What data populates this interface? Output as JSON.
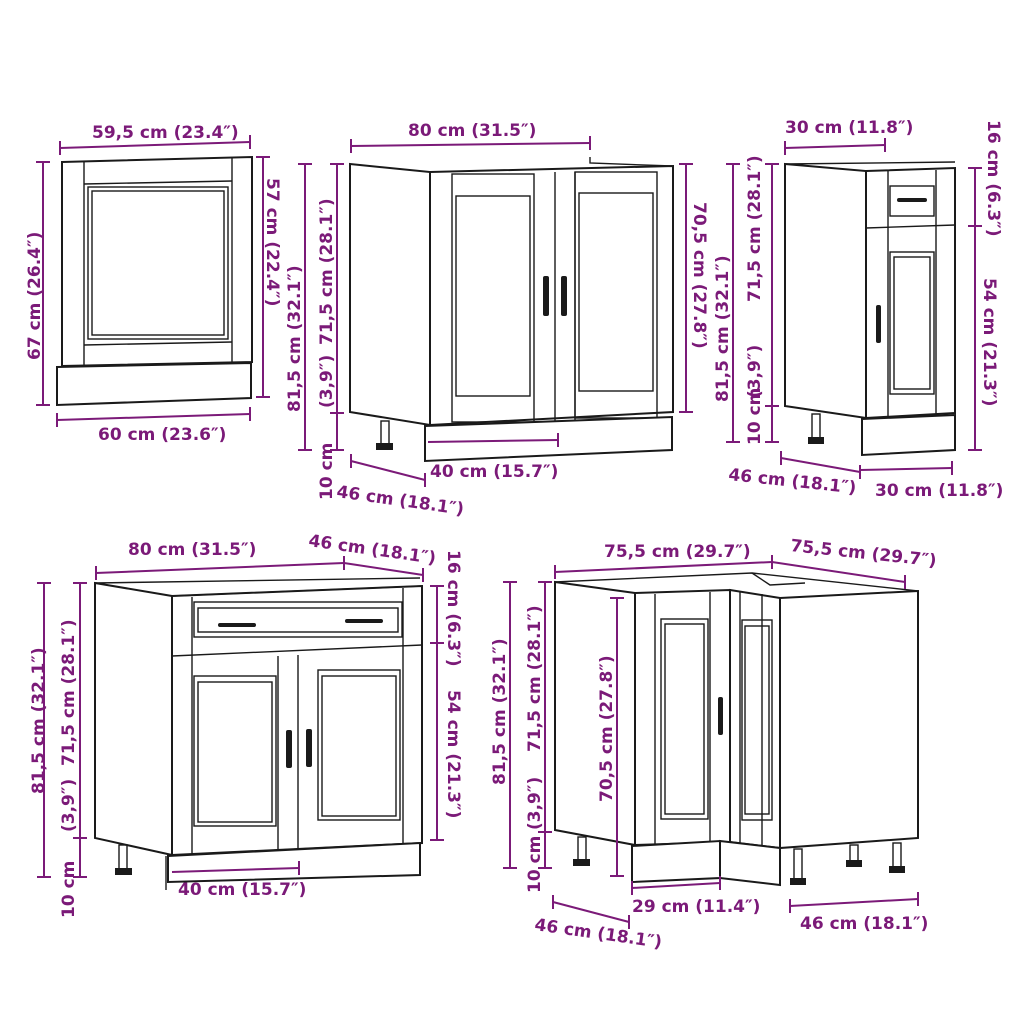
{
  "diagram": {
    "accent_color": "#7b1a78",
    "line_color": "#1a1a1a",
    "panels": [
      {
        "name": "dishwasher-panel",
        "labels": {
          "top_width": "59,5 cm (23.4″)",
          "height": "67 cm (26.4″)",
          "panel_height": "57 cm (22.4″)",
          "bottom_width": "60 cm (23.6″)"
        }
      },
      {
        "name": "sink-base-cabinet",
        "labels": {
          "width": "80 cm (31.5″)",
          "total_height": "81,5 cm (32.1″)",
          "body_height": "71,5 cm (28.1″)",
          "leg_height": "10 cm (3.9″)",
          "door_height": "70,5 cm (27.8″)",
          "door_width": "40 cm (15.7″)",
          "depth": "46 cm (18.1″)"
        }
      },
      {
        "name": "narrow-drawer-cabinet",
        "labels": {
          "top_width": "30 cm (11.8″)",
          "drawer_height": "16 cm (6.3″)",
          "door_height": "54 cm (21.3″)",
          "total_height": "81,5 cm (32.1″)",
          "body_height": "71,5 cm (28.1″)",
          "leg_height": "10 cm (3.9″)",
          "depth": "46 cm (18.1″)",
          "bottom_width": "30 cm (11.8″)"
        }
      },
      {
        "name": "drawer-base-cabinet",
        "labels": {
          "width": "80 cm (31.5″)",
          "depth": "46 cm (18.1″)",
          "drawer_height": "16 cm (6.3″)",
          "door_height": "54 cm (21.3″)",
          "total_height": "81,5 cm (32.1″)",
          "body_height": "71,5 cm (28.1″)",
          "leg_height": "10 cm (3.9″)",
          "door_width": "40 cm (15.7″)"
        }
      },
      {
        "name": "corner-cabinet",
        "labels": {
          "width_left": "75,5 cm (29.7″)",
          "width_right": "75,5 cm (29.7″)",
          "total_height": "81,5 cm (32.1″)",
          "body_height": "71,5 cm (28.1″)",
          "leg_height": "10 cm (3.9″)",
          "door_height": "70,5 cm (27.8″)",
          "door_width": "29 cm (11.4″)",
          "depth_left": "46 cm (18.1″)",
          "depth_right": "46 cm (18.1″)"
        }
      }
    ]
  }
}
